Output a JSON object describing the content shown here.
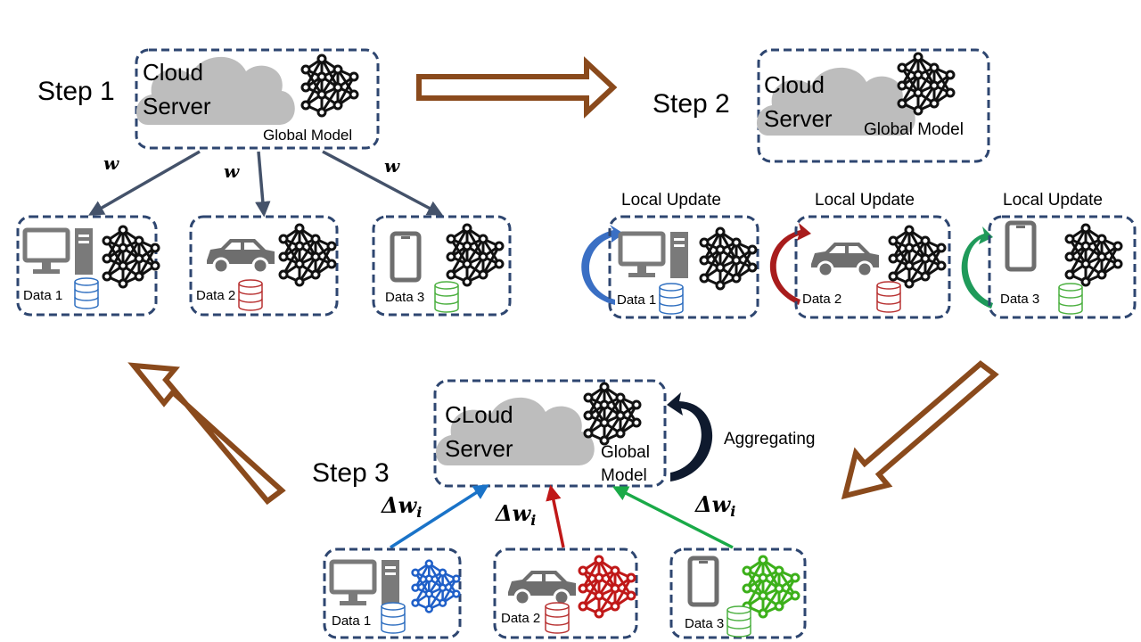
{
  "step1": {
    "label": "Step 1",
    "server": {
      "title_line1": "Cloud",
      "title_line2": "Server",
      "model_label": "Global Model"
    },
    "weight_labels": [
      "w",
      "w",
      "w"
    ],
    "clients": [
      {
        "label": "Data 1",
        "device": "desktop-computer",
        "db_color": "#2f6fc0"
      },
      {
        "label": "Data 2",
        "device": "car",
        "db_color": "#b83232"
      },
      {
        "label": "Data 3",
        "device": "smartphone",
        "db_color": "#4cb040"
      }
    ]
  },
  "step2": {
    "label": "Step 2",
    "server": {
      "title_line1": "Cloud",
      "title_line2": "Server",
      "model_label": "Global Model"
    },
    "update_labels": [
      "Local Update",
      "Local Update",
      "Local Update"
    ],
    "clients": [
      {
        "label": "Data 1",
        "device": "desktop-computer",
        "db_color": "#2f6fc0",
        "arrow_color": "#3a6fc4"
      },
      {
        "label": "Data 2",
        "device": "car",
        "db_color": "#b83232",
        "arrow_color": "#a81c1c"
      },
      {
        "label": "Data 3",
        "device": "smartphone",
        "db_color": "#4cb040",
        "arrow_color": "#1f9a5a"
      }
    ]
  },
  "step3": {
    "label": "Step 3",
    "server": {
      "title_line1": "CLoud",
      "title_line2": "Server",
      "model_label_line1": "Global",
      "model_label_line2": "Model"
    },
    "aggregating_label": "Aggregating",
    "delta_labels": [
      "Δw",
      "Δw",
      "Δw"
    ],
    "delta_subscript": "i",
    "clients": [
      {
        "label": "Data 1",
        "device": "desktop-computer",
        "db_color": "#2f6fc0",
        "net_color": "#1f5fc8",
        "arrow_color": "#1a73c8"
      },
      {
        "label": "Data 2",
        "device": "car",
        "db_color": "#b83232",
        "net_color": "#c01818",
        "arrow_color": "#c01818"
      },
      {
        "label": "Data 3",
        "device": "smartphone",
        "db_color": "#4cb040",
        "net_color": "#3cb01a",
        "arrow_color": "#1aaa48"
      }
    ]
  },
  "colors": {
    "box_border": "#2e4670",
    "flow_arrow": "#8a4a1c",
    "download_arrow": "#44526a",
    "cloud": "#bdbdbd",
    "device": "#7a7a7a",
    "aggregate_arrow": "#0f1a2e"
  }
}
